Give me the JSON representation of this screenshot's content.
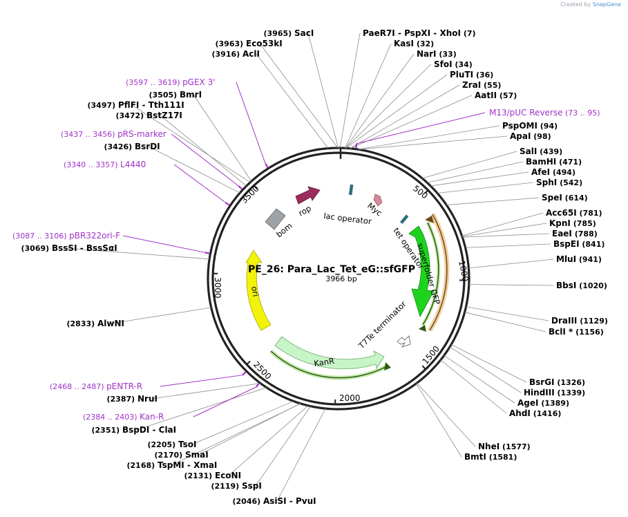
{
  "credit": {
    "prefix": "Created by",
    "brand": "SnapGene"
  },
  "plasmid": {
    "name": "PE_26: Para_Lac_Tet_eG::sfGFP",
    "size_label": "3966 bp",
    "length": 3966
  },
  "ticks": [
    "500",
    "1000",
    "1500",
    "2000",
    "2500",
    "3000",
    "3500"
  ],
  "sites": [
    {
      "name": "SacI",
      "pos": "(3965)"
    },
    {
      "name": "Eco53kI",
      "pos": "(3963)"
    },
    {
      "name": "AclI",
      "pos": "(3916)"
    },
    {
      "name": "PaeR7I",
      "name2": "PspXI",
      "name3": "XhoI",
      "pos": "(7)"
    },
    {
      "name": "KasI",
      "pos": "(32)"
    },
    {
      "name": "NarI",
      "pos": "(33)"
    },
    {
      "name": "SfoI",
      "pos": "(34)"
    },
    {
      "name": "PluTI",
      "pos": "(36)"
    },
    {
      "name": "ZraI",
      "pos": "(55)"
    },
    {
      "name": "AatII",
      "pos": "(57)"
    },
    {
      "name": "PspOMI",
      "pos": "(94)"
    },
    {
      "name": "ApaI",
      "pos": "(98)"
    },
    {
      "name": "SalI",
      "pos": "(439)"
    },
    {
      "name": "BamHI",
      "pos": "(471)"
    },
    {
      "name": "AfeI",
      "pos": "(494)"
    },
    {
      "name": "SphI",
      "pos": "(542)"
    },
    {
      "name": "SpeI",
      "pos": "(614)"
    },
    {
      "name": "Acc65I",
      "pos": "(781)"
    },
    {
      "name": "KpnI",
      "pos": "(785)"
    },
    {
      "name": "EaeI",
      "pos": "(788)"
    },
    {
      "name": "BspEI",
      "pos": "(841)"
    },
    {
      "name": "MluI",
      "pos": "(941)"
    },
    {
      "name": "BbsI",
      "pos": "(1020)"
    },
    {
      "name": "DraIII",
      "pos": "(1129)"
    },
    {
      "name": "BclI *",
      "pos": "(1156)"
    },
    {
      "name": "BsrGI",
      "pos": "(1326)"
    },
    {
      "name": "HindIII",
      "pos": "(1339)"
    },
    {
      "name": "AgeI",
      "pos": "(1389)"
    },
    {
      "name": "AhdI",
      "pos": "(1416)"
    },
    {
      "name": "NheI",
      "pos": "(1577)"
    },
    {
      "name": "BmtI",
      "pos": "(1581)"
    },
    {
      "name": "AsiSI",
      "name2": "PvuI",
      "pos": "(2046)"
    },
    {
      "name": "SspI",
      "pos": "(2119)"
    },
    {
      "name": "EcoNI",
      "pos": "(2131)"
    },
    {
      "name": "TspMI",
      "name2": "XmaI",
      "pos": "(2168)"
    },
    {
      "name": "SmaI",
      "pos": "(2170)"
    },
    {
      "name": "TsoI",
      "pos": "(2205)"
    },
    {
      "name": "BspDI",
      "name2": "ClaI",
      "pos": "(2351)"
    },
    {
      "name": "NruI",
      "pos": "(2387)"
    },
    {
      "name": "AlwNI",
      "pos": "(2833)"
    },
    {
      "name": "BssSI",
      "name2": "BssSαI",
      "pos": "(3069)"
    },
    {
      "name": "BsrDI",
      "pos": "(3426)"
    },
    {
      "name": "BstZ17I",
      "pos": "(3472)"
    },
    {
      "name": "PflFI",
      "name2": "Tth111I",
      "pos": "(3497)"
    },
    {
      "name": "BmrI",
      "pos": "(3505)"
    }
  ],
  "primers": [
    {
      "name": "pGEX 3'",
      "pos": "(3597 .. 3619)"
    },
    {
      "name": "M13/pUC Reverse",
      "pos": "(73 .. 95)"
    },
    {
      "name": "pRS-marker",
      "pos": "(3437 .. 3456)"
    },
    {
      "name": "L4440",
      "pos": "(3340 .. 3357)"
    },
    {
      "name": "pBR322ori-F",
      "pos": "(3087 .. 3106)"
    },
    {
      "name": "pENTR-R",
      "pos": "(2468 .. 2487)"
    },
    {
      "name": "Kan-R",
      "pos": "(2384 .. 2403)"
    }
  ],
  "features": [
    {
      "name": "bom"
    },
    {
      "name": "rop"
    },
    {
      "name": "lac operator"
    },
    {
      "name": "Myc"
    },
    {
      "name": "tet operator"
    },
    {
      "name": "superfolder GFP"
    },
    {
      "name": "T7Te terminator"
    },
    {
      "name": "KanR"
    },
    {
      "name": "ori"
    }
  ],
  "colors": {
    "backbone": "#222222",
    "gfp": "#1ed31e",
    "kanr": "#c8f5c8",
    "ori": "#f2f20a",
    "rop": "#9b2d5e",
    "bom": "#9ea3a8",
    "lac": "#2e6e7e",
    "myc": "#d88a9a",
    "primer": "#a030c8",
    "orf_green": "#4e8a1f",
    "orf_orange": "#e9b060"
  }
}
